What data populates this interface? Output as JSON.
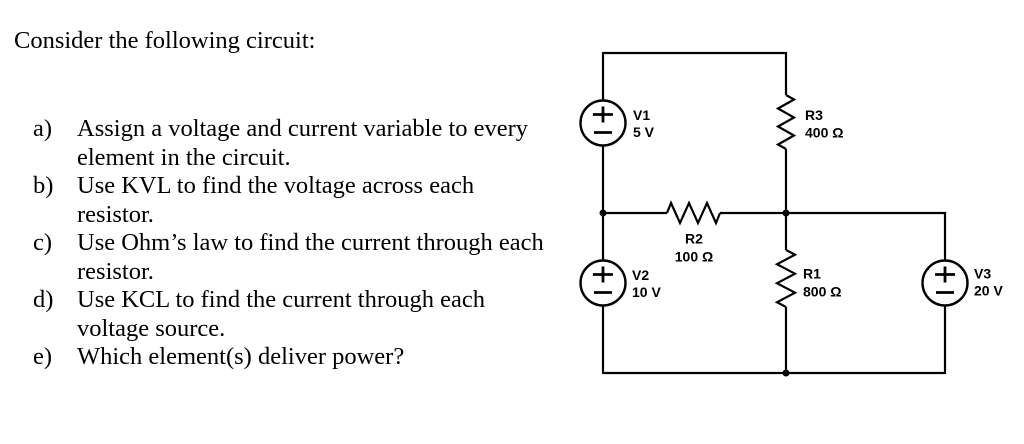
{
  "problem": {
    "title": "Consider the following circuit:",
    "items": [
      {
        "marker": "a)",
        "text": "Assign a voltage and current variable to every\nelement in the circuit."
      },
      {
        "marker": "b)",
        "text": "Use KVL to find the voltage across each\nresistor."
      },
      {
        "marker": "c)",
        "text": "Use Ohm’s law to find the current through each\nresistor."
      },
      {
        "marker": "d)",
        "text": "Use KCL to find the current through each\nvoltage source."
      },
      {
        "marker": "e)",
        "text": "Which element(s) deliver power?"
      }
    ]
  },
  "circuit": {
    "line_color": "#000000",
    "v1": {
      "name": "V1",
      "value": "5 V"
    },
    "v2": {
      "name": "V2",
      "value": "10 V"
    },
    "v3": {
      "name": "V3",
      "value": "20 V"
    },
    "r1": {
      "name": "R1",
      "value": "800 Ω"
    },
    "r2": {
      "name": "R2",
      "value": "100 Ω"
    },
    "r3": {
      "name": "R3",
      "value": "400 Ω"
    }
  }
}
